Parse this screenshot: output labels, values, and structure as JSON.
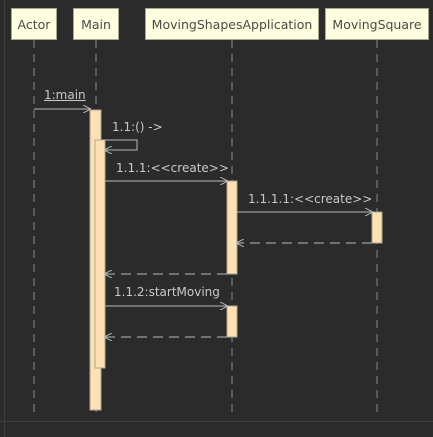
{
  "diagram": {
    "participants": {
      "actor": "Actor",
      "main": "Main",
      "app": "MovingShapesApplication",
      "square": "MovingSquare"
    },
    "messages": {
      "m1": "1:main",
      "m11": "1.1:() ->",
      "m111": "1.1.1:<<create>>",
      "m1111": "1.1.1.1:<<create>>",
      "m112": "1.1.2:startMoving"
    }
  },
  "colors": {
    "background": "#2b2b2b",
    "participant_fill": "#ffffe0",
    "activation_fill": "#ffe0b3",
    "lifeline": "#8a8a8a",
    "message_line": "#b8b8b8",
    "text": "#c8c8c8"
  }
}
